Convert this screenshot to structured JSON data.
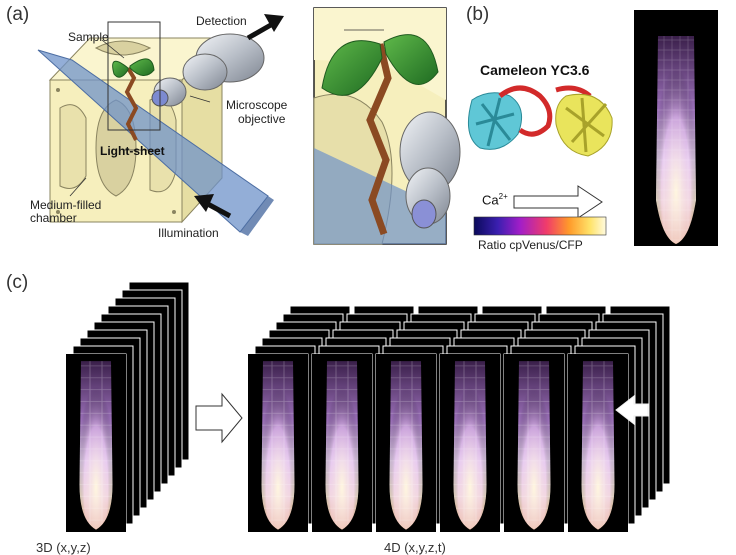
{
  "panel_a": {
    "label": "(a)",
    "sample": "Sample",
    "detection": "Detection",
    "microscope_line1": "Microscope",
    "microscope_line2": "objective",
    "light_sheet": "Light-sheet",
    "medium_line1": "Medium-filled",
    "medium_line2": "chamber",
    "illumination": "Illumination"
  },
  "panel_b": {
    "label": "(b)",
    "title": "Cameleon YC3.6",
    "ca_base": "Ca",
    "ca_sup": "2+",
    "ratio": "Ratio cpVenus/CFP"
  },
  "panel_c": {
    "label": "(c)",
    "label_3d": "3D (x,y,z)",
    "label_4d": "4D (x,y,z,t)"
  },
  "colors": {
    "chamber": "#f6efbd",
    "light_sheet": "#6f93c9",
    "stem": "#8b4a22",
    "leaf": "#2f8a2f"
  }
}
